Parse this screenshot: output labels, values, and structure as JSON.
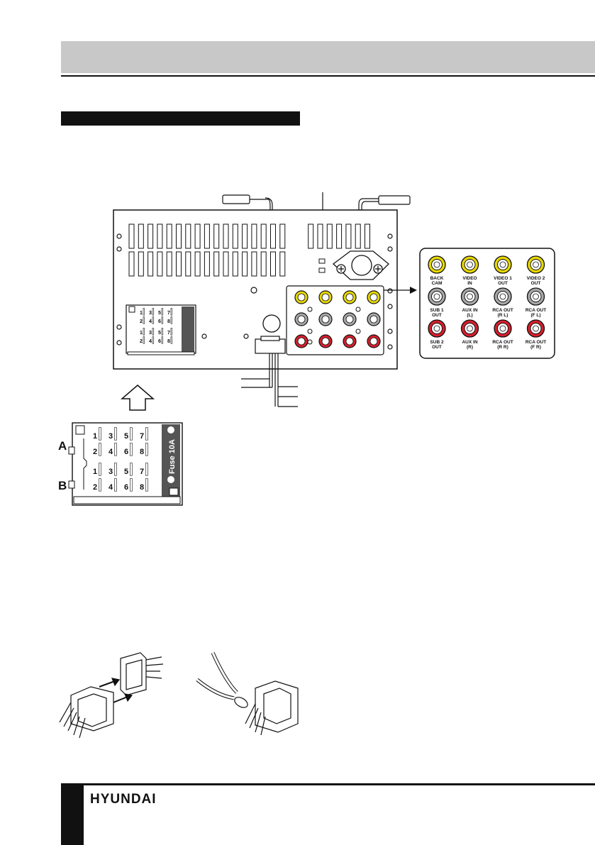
{
  "brand": {
    "logo_text": "HYUNDAI"
  },
  "connector": {
    "label_a": "A",
    "label_b": "B",
    "fuse_label": "Fuse 10A",
    "pins_top": [
      "1",
      "3",
      "5",
      "7",
      "2",
      "4",
      "6",
      "8"
    ]
  },
  "rca_panel": {
    "rows": [
      [
        {
          "line1": "BACK",
          "line2": "CAM",
          "color": "yellow"
        },
        {
          "line1": "VIDEO",
          "line2": "IN",
          "color": "yellow"
        },
        {
          "line1": "VIDEO 1",
          "line2": "OUT",
          "color": "yellow"
        },
        {
          "line1": "VIDEO 2",
          "line2": "OUT",
          "color": "yellow"
        }
      ],
      [
        {
          "line1": "SUB 1",
          "line2": "OUT",
          "color": "gray"
        },
        {
          "line1": "AUX IN",
          "line2": "(L)",
          "color": "gray"
        },
        {
          "line1": "RCA OUT",
          "line2": "(R L)",
          "color": "gray"
        },
        {
          "line1": "RCA OUT",
          "line2": "(F L)",
          "color": "gray"
        }
      ],
      [
        {
          "line1": "SUB 2",
          "line2": "OUT",
          "color": "red"
        },
        {
          "line1": "AUX IN",
          "line2": "(R)",
          "color": "red"
        },
        {
          "line1": "RCA OUT",
          "line2": "(R R)",
          "color": "red"
        },
        {
          "line1": "RCA OUT",
          "line2": "(F R)",
          "color": "red"
        }
      ]
    ]
  },
  "colors": {
    "yellow": "#e8d800",
    "gray": "#a8a8a8",
    "red": "#d61f2c",
    "header": "#c8c8c8"
  }
}
